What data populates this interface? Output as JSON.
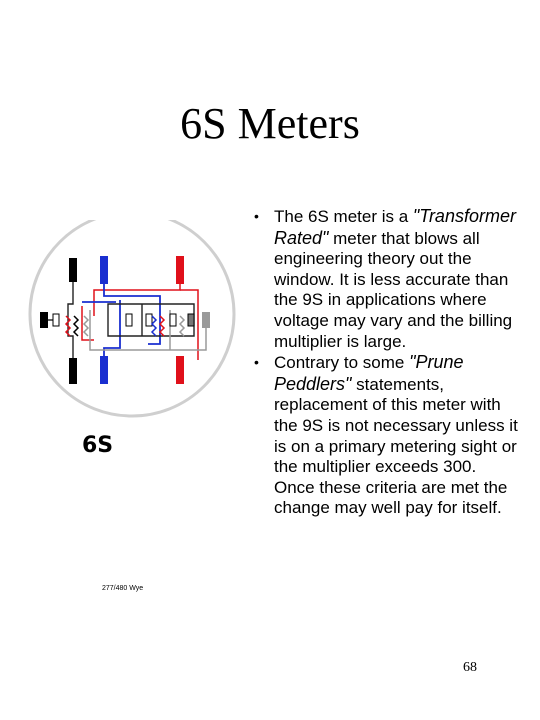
{
  "slide": {
    "title": "6S Meters",
    "page_number": "68"
  },
  "diagram": {
    "label": "6S",
    "caption": "277/480 Wye",
    "colors": {
      "red": "#e0101a",
      "blue": "#1a2fd0",
      "black": "#000000",
      "gray": "#9a9a9a",
      "outline": "#222222"
    }
  },
  "bullets": [
    {
      "parts": {
        "a": "The 6S meter is a ",
        "b": "\"Transformer Rated\"",
        "c": " meter that blows all engineering theory out the window.  It is less accurate than the 9S in applications where voltage may vary and the billing multiplier is large."
      }
    },
    {
      "parts": {
        "a": "Contrary to some ",
        "b": "\"Prune Peddlers\"",
        "c": " statements, replacement of this meter with the 9S is not necessary unless it is on a primary metering sight or the multiplier exceeds 300.  Once these criteria are met the change may well pay for itself."
      }
    }
  ],
  "bullet_glyph": "•"
}
